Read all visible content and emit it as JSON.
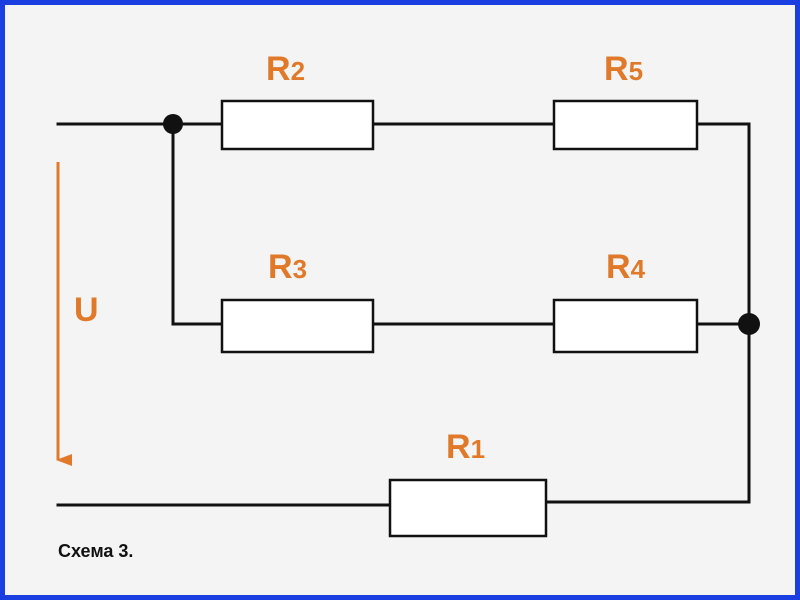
{
  "colors": {
    "frame_border": "#1a3fe0",
    "label": "#e07a2a",
    "wire": "#111111"
  },
  "resistors": [
    {
      "id": "R2",
      "letter": "R",
      "index": "2"
    },
    {
      "id": "R5",
      "letter": "R",
      "index": "5"
    },
    {
      "id": "R3",
      "letter": "R",
      "index": "3"
    },
    {
      "id": "R4",
      "letter": "R",
      "index": "4"
    },
    {
      "id": "R1",
      "letter": "R",
      "index": "1"
    }
  ],
  "voltage_label": "U",
  "caption": "Схема 3."
}
